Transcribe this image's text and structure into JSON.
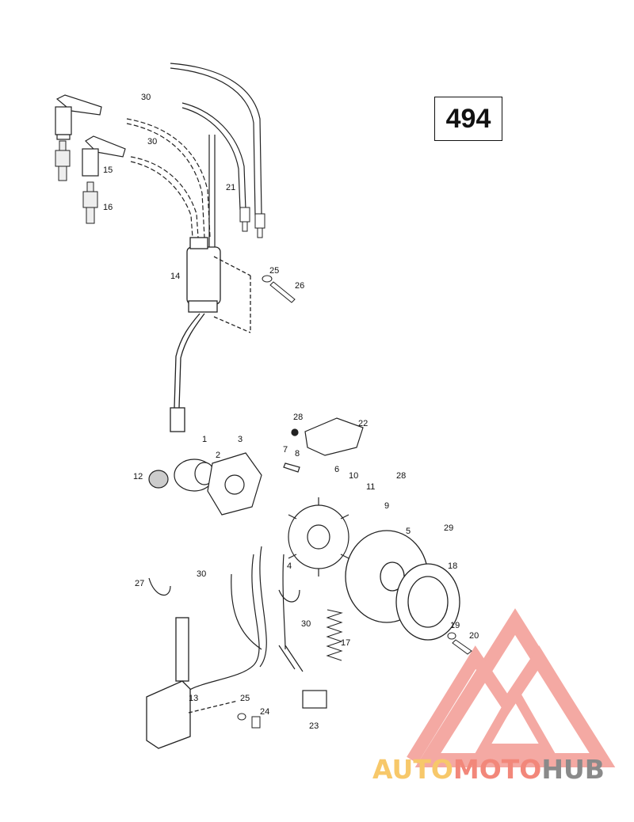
{
  "page": {
    "number": "494"
  },
  "watermark": {
    "part1": "AUTO",
    "part2": "MOTO",
    "part3": "HUB",
    "colors": {
      "auto": "#f7c86a",
      "moto": "#f2877a",
      "hub": "#8a8a8a",
      "logo": "#f39b93"
    }
  },
  "callouts": [
    "1",
    "2",
    "3",
    "4",
    "5",
    "6",
    "7",
    "8",
    "9",
    "10",
    "11",
    "12",
    "13",
    "14",
    "15",
    "16",
    "17",
    "18",
    "19",
    "20",
    "21",
    "22",
    "23",
    "24",
    "25",
    "25",
    "26",
    "27",
    "28",
    "28",
    "29",
    "30",
    "30",
    "30",
    "30"
  ],
  "parts": {
    "p1": "1",
    "p2": "2",
    "p3": "3",
    "p4": "4",
    "p5": "5",
    "p6": "6",
    "p7": "7",
    "p8": "8",
    "p9": "9",
    "p10": "10",
    "p11": "11",
    "p12": "12",
    "p13": "13",
    "p14": "14",
    "p15": "15",
    "p16": "16",
    "p17": "17",
    "p18": "18",
    "p19": "19",
    "p20": "20",
    "p21": "21",
    "p22": "22",
    "p23": "23",
    "p24": "24",
    "p25a": "25",
    "p25b": "25",
    "p26": "26",
    "p27": "27",
    "p28a": "28",
    "p28b": "28",
    "p29": "29",
    "p30a": "30",
    "p30b": "30",
    "p30c": "30",
    "p30d": "30"
  }
}
